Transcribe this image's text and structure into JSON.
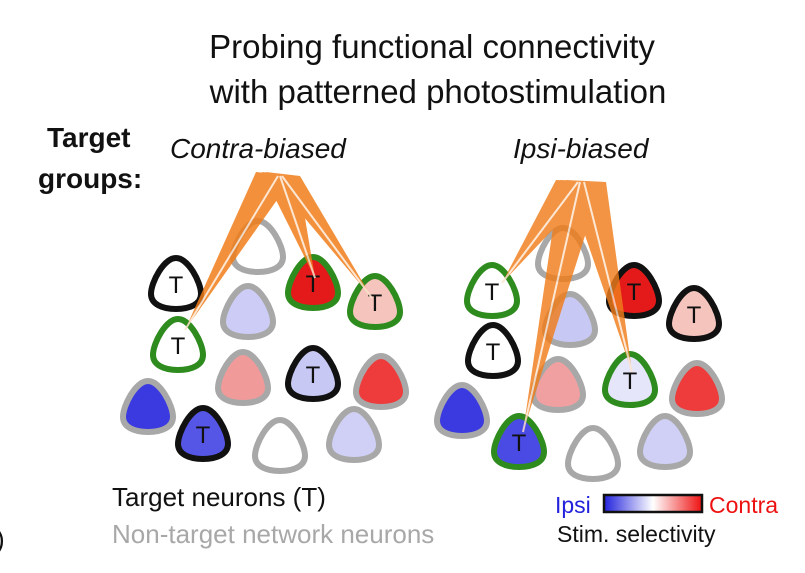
{
  "title_line1": "Probing functional connectivity",
  "title_line2": "with patterned photostimulation",
  "target_groups_label_line1": "Target",
  "target_groups_label_line2": "groups:",
  "group_left_label": "Contra-biased",
  "group_right_label": "Ipsi-biased",
  "target_marker": "T",
  "legend_target": "Target neurons (T)",
  "legend_nontarget": "Non-target network neurons",
  "scale_low_label": "Ipsi",
  "scale_high_label": "Contra",
  "scale_title": "Stim. selectivity",
  "edge_fragment": ")",
  "colors": {
    "ipsi": "#2222dd",
    "contra": "#ee1111",
    "target_outline": "#111111",
    "nontarget_outline": "#a8a8a8",
    "stimulated_outline": "#2e8b1e",
    "beam": "#f07d1a"
  }
}
